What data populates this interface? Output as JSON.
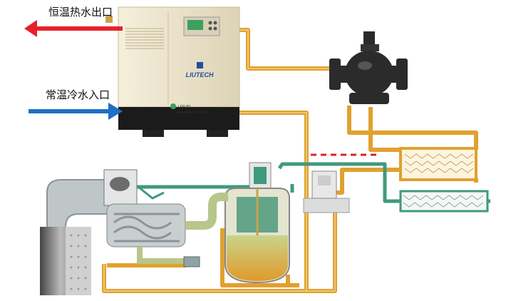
{
  "labels": {
    "hot_water_outlet": "恒温热水出口",
    "cold_water_inlet": "常温冷水入口"
  },
  "unit": {
    "brand": "LIUTECH",
    "model": "LER-8S",
    "website": "www.liutech.com.cn"
  },
  "colors": {
    "hot_arrow": "#e8202a",
    "cold_arrow": "#1f6fc4",
    "oil_pipe": "#e0a12e",
    "coolant_pipe": "#3f9a7f",
    "cabinet": "#eee6cf",
    "dashed_line": "#e0202a"
  }
}
